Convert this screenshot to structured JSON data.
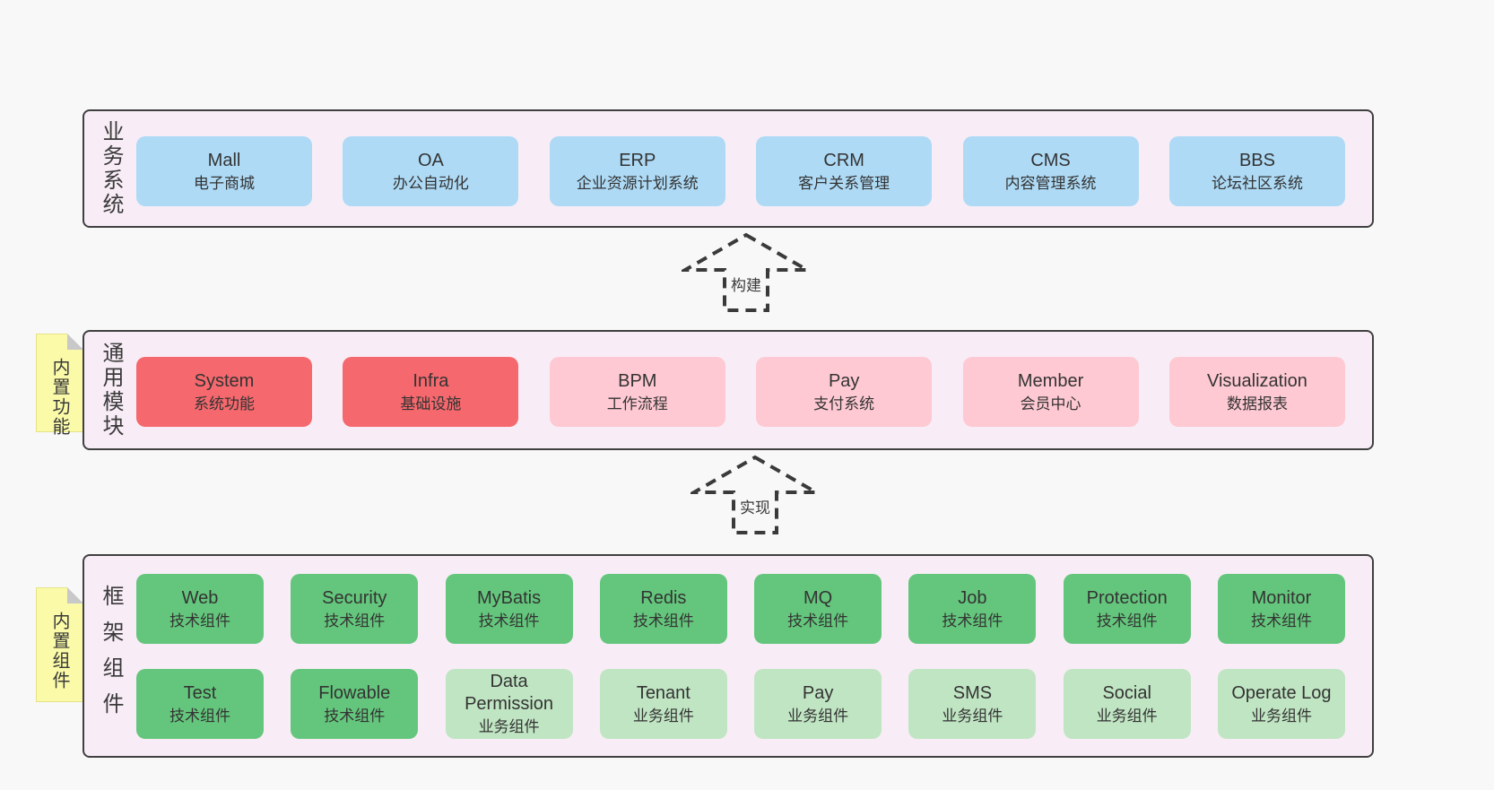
{
  "palette": {
    "page-bg": "#f8f8f8",
    "band-bg": "#f8edf6",
    "line": "#404040",
    "text": "#333333",
    "blue": "#aedaf5",
    "red": "#f5686d",
    "pink": "#fec9d2",
    "green": "#64c67c",
    "lightgreen": "#c0e5c3",
    "yellow": "#fafaa8",
    "fold": "#c8c8c8"
  },
  "arrows": [
    {
      "label": "构建"
    },
    {
      "label": "实现"
    }
  ],
  "bands": [
    {
      "label": "业务系统",
      "rows": [
        [
          {
            "title": "Mall",
            "subtitle": "电子商城"
          },
          {
            "title": "OA",
            "subtitle": "办公自动化"
          },
          {
            "title": "ERP",
            "subtitle": "企业资源计划系统"
          },
          {
            "title": "CRM",
            "subtitle": "客户关系管理"
          },
          {
            "title": "CMS",
            "subtitle": "内容管理系统"
          },
          {
            "title": "BBS",
            "subtitle": "论坛社区系统"
          }
        ]
      ]
    },
    {
      "label": "通用模块",
      "note": "内置功能",
      "rows": [
        [
          {
            "title": "System",
            "subtitle": "系统功能"
          },
          {
            "title": "Infra",
            "subtitle": "基础设施"
          },
          {
            "title": "BPM",
            "subtitle": "工作流程"
          },
          {
            "title": "Pay",
            "subtitle": "支付系统"
          },
          {
            "title": "Member",
            "subtitle": "会员中心"
          },
          {
            "title": "Visualization",
            "subtitle": "数据报表"
          }
        ]
      ]
    },
    {
      "label": "框架组件",
      "note": "内置组件",
      "rows": [
        [
          {
            "title": "Web",
            "subtitle": "技术组件"
          },
          {
            "title": "Security",
            "subtitle": "技术组件"
          },
          {
            "title": "MyBatis",
            "subtitle": "技术组件"
          },
          {
            "title": "Redis",
            "subtitle": "技术组件"
          },
          {
            "title": "MQ",
            "subtitle": "技术组件"
          },
          {
            "title": "Job",
            "subtitle": "技术组件"
          },
          {
            "title": "Protection",
            "subtitle": "技术组件"
          },
          {
            "title": "Monitor",
            "subtitle": "技术组件"
          }
        ],
        [
          {
            "title": "Test",
            "subtitle": "技术组件"
          },
          {
            "title": "Flowable",
            "subtitle": "技术组件"
          },
          {
            "title": "Data Permission",
            "subtitle": "业务组件"
          },
          {
            "title": "Tenant",
            "subtitle": "业务组件"
          },
          {
            "title": "Pay",
            "subtitle": "业务组件"
          },
          {
            "title": "SMS",
            "subtitle": "业务组件"
          },
          {
            "title": "Social",
            "subtitle": "业务组件"
          },
          {
            "title": "Operate Log",
            "subtitle": "业务组件"
          }
        ]
      ]
    }
  ]
}
